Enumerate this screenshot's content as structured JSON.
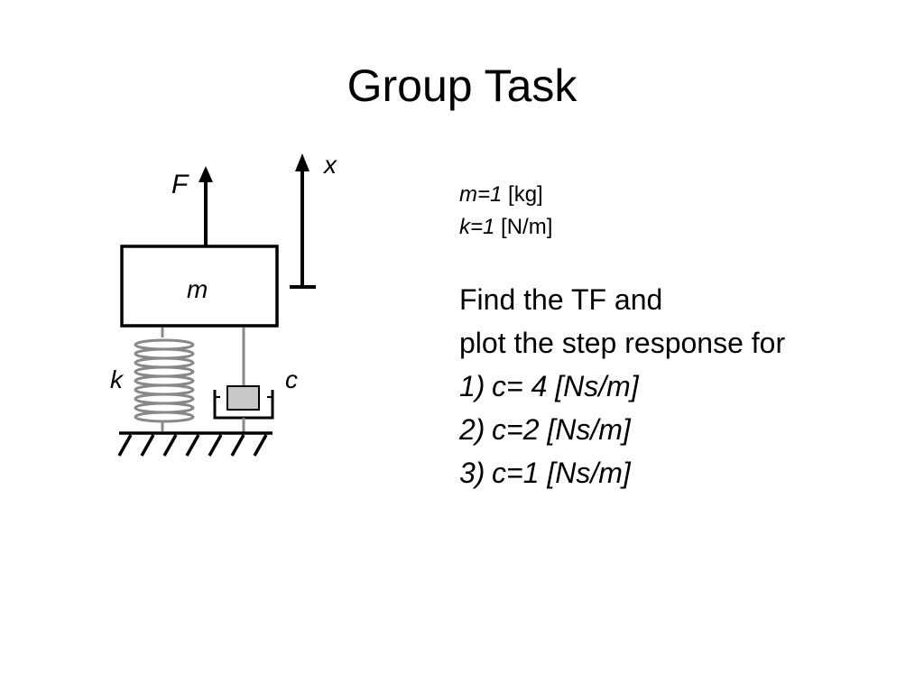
{
  "slide": {
    "title": "Group Task"
  },
  "diagram": {
    "force_label": "F",
    "displacement_label": "x",
    "mass_label": "m",
    "spring_label": "k",
    "damper_label": "c"
  },
  "params": [
    {
      "var": "m=1",
      "unit": " [kg]"
    },
    {
      "var": "k=1",
      "unit": " [N/m]"
    }
  ],
  "task": {
    "line1": "Find the TF and",
    "line2": "plot the step response for",
    "items": [
      {
        "num": "1)",
        "text": "c= 4 [Ns/m]"
      },
      {
        "num": "2)",
        "text": "c=2 [Ns/m]"
      },
      {
        "num": "3)",
        "text": "c=1 [Ns/m]"
      }
    ]
  }
}
